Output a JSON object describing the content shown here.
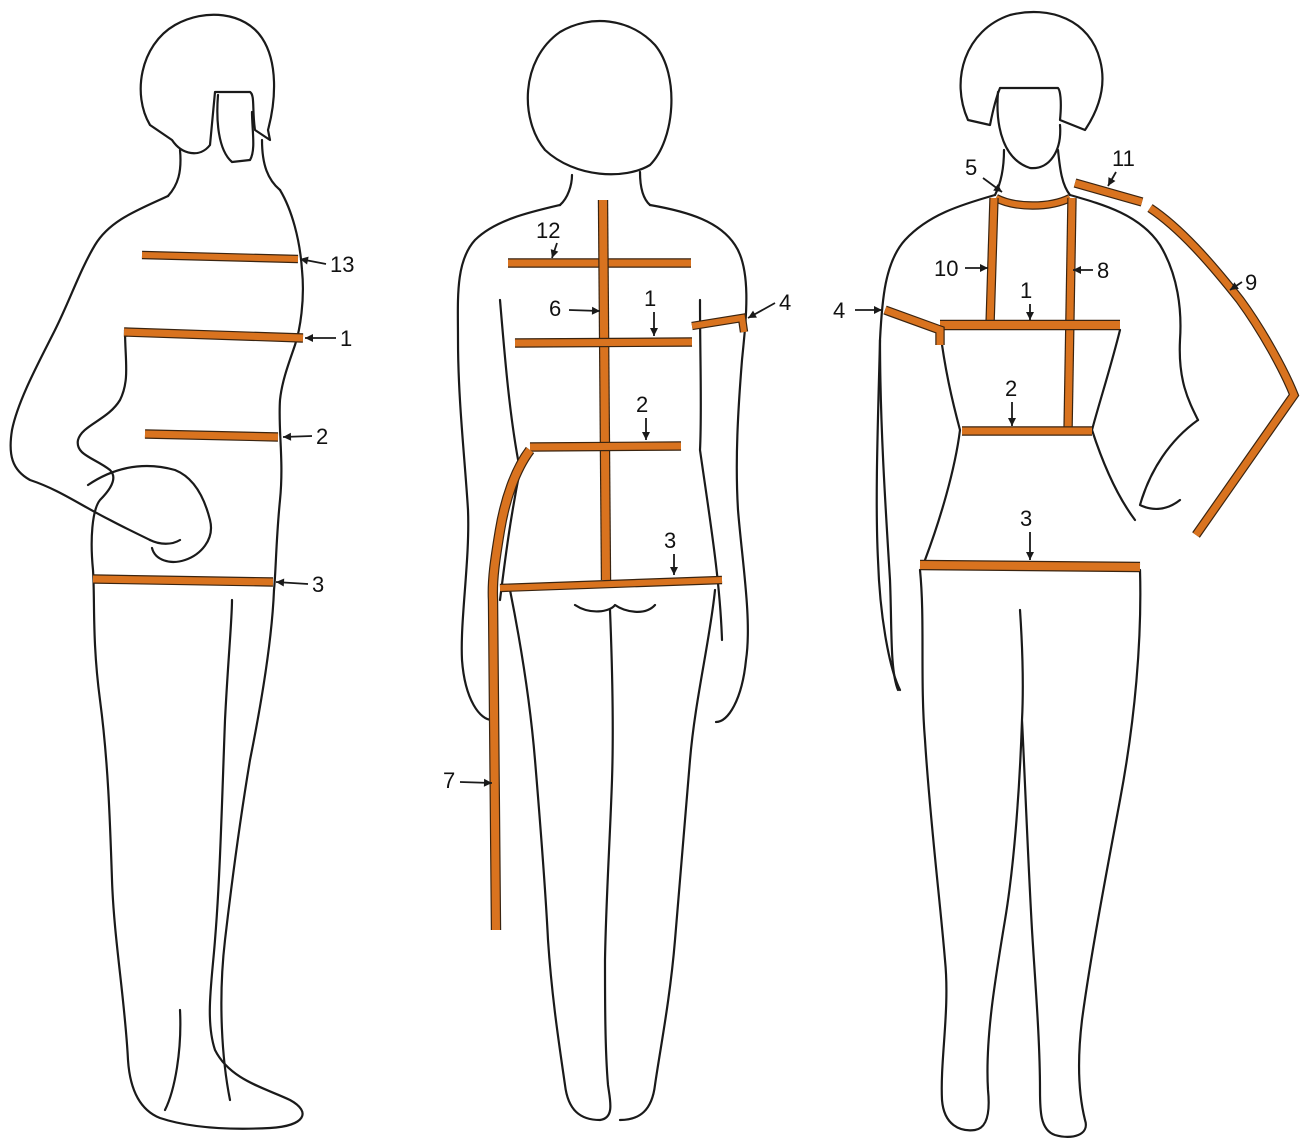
{
  "colors": {
    "tape": "#d9731f",
    "tape_edge": "#3a2410",
    "outline": "#1a1a1a",
    "background": "#ffffff"
  },
  "labels": {
    "left": [
      "13",
      "1",
      "2",
      "3"
    ],
    "middle": [
      "12",
      "6",
      "1",
      "4",
      "2",
      "3",
      "7"
    ],
    "right": [
      "5",
      "11",
      "10",
      "8",
      "9",
      "4",
      "1",
      "2",
      "3"
    ]
  }
}
